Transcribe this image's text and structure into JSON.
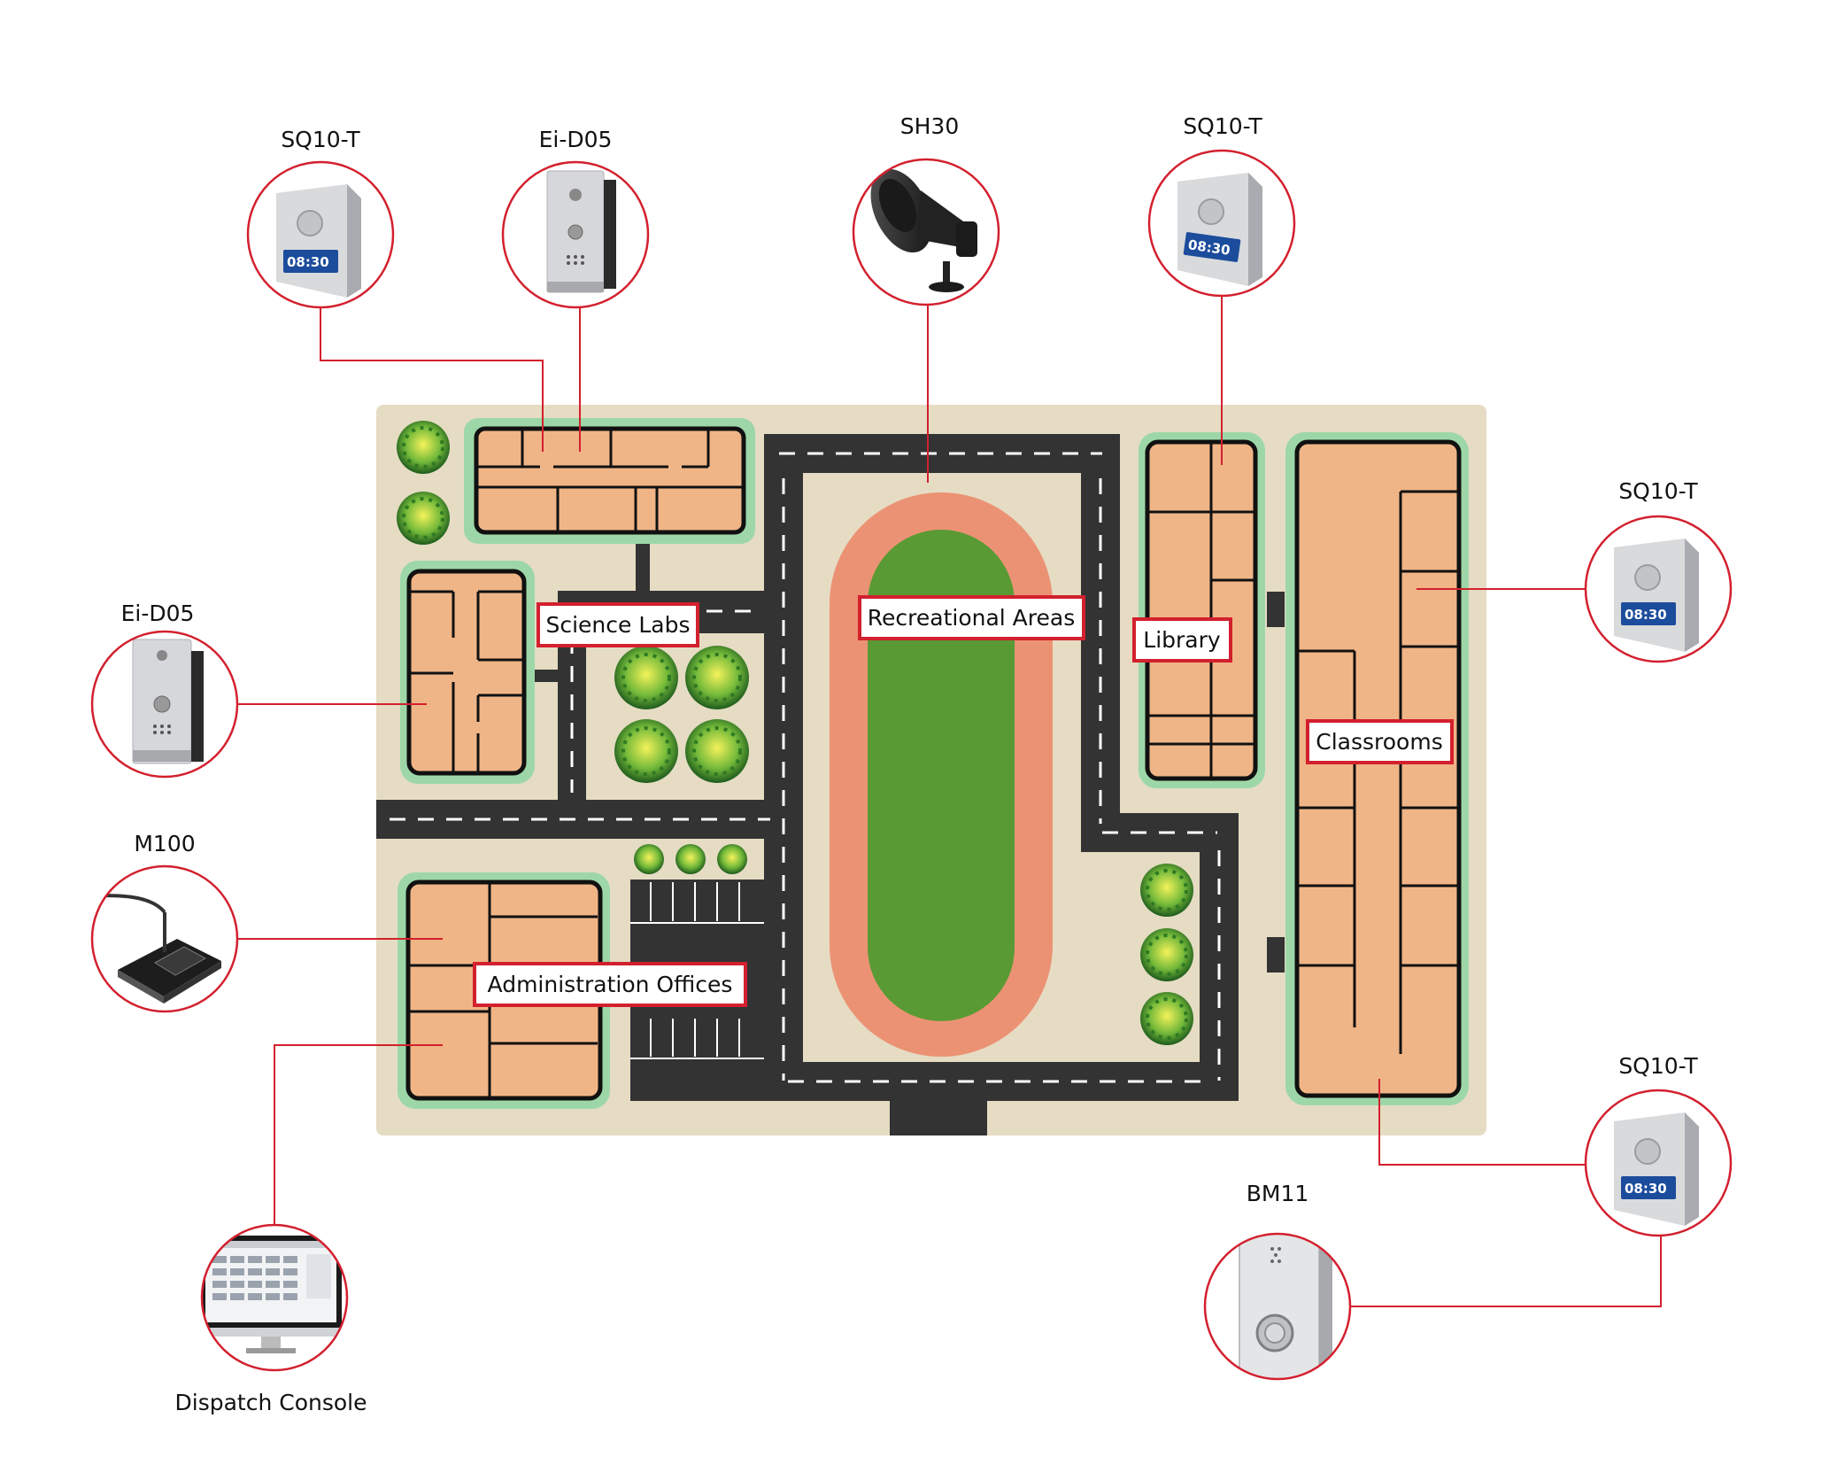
{
  "devices": [
    {
      "id": "sq10-nw",
      "model": "SQ10-T",
      "kind": "speaker",
      "screen_time": "08:30"
    },
    {
      "id": "eid05-top",
      "model": "Ei-D05",
      "kind": "intercom"
    },
    {
      "id": "sh30",
      "model": "SH30",
      "kind": "horn"
    },
    {
      "id": "sq10-ne",
      "model": "SQ10-T",
      "kind": "speaker",
      "screen_time": "08:30"
    },
    {
      "id": "sq10-e",
      "model": "SQ10-T",
      "kind": "speaker",
      "screen_time": "08:30"
    },
    {
      "id": "eid05-w",
      "model": "Ei-D05",
      "kind": "intercom"
    },
    {
      "id": "m100",
      "model": "M100",
      "kind": "paging-console"
    },
    {
      "id": "dispatch",
      "model": "Dispatch Console",
      "kind": "monitor"
    },
    {
      "id": "sq10-se",
      "model": "SQ10-T",
      "kind": "speaker",
      "screen_time": "08:30"
    },
    {
      "id": "bm11",
      "model": "BM11",
      "kind": "call-button"
    }
  ],
  "zones": {
    "science": "Science Labs",
    "recreation": "Recreational Areas",
    "library": "Library",
    "classrooms": "Classrooms",
    "admin": "Administration Offices"
  },
  "colors": {
    "accent_red": "#d3202e",
    "ground": "#e5dcc3",
    "building": "#f0b587",
    "lawn_border": "#9dd7a8",
    "road": "#333333",
    "track": "#ec9274",
    "field": "#5a9a34"
  }
}
